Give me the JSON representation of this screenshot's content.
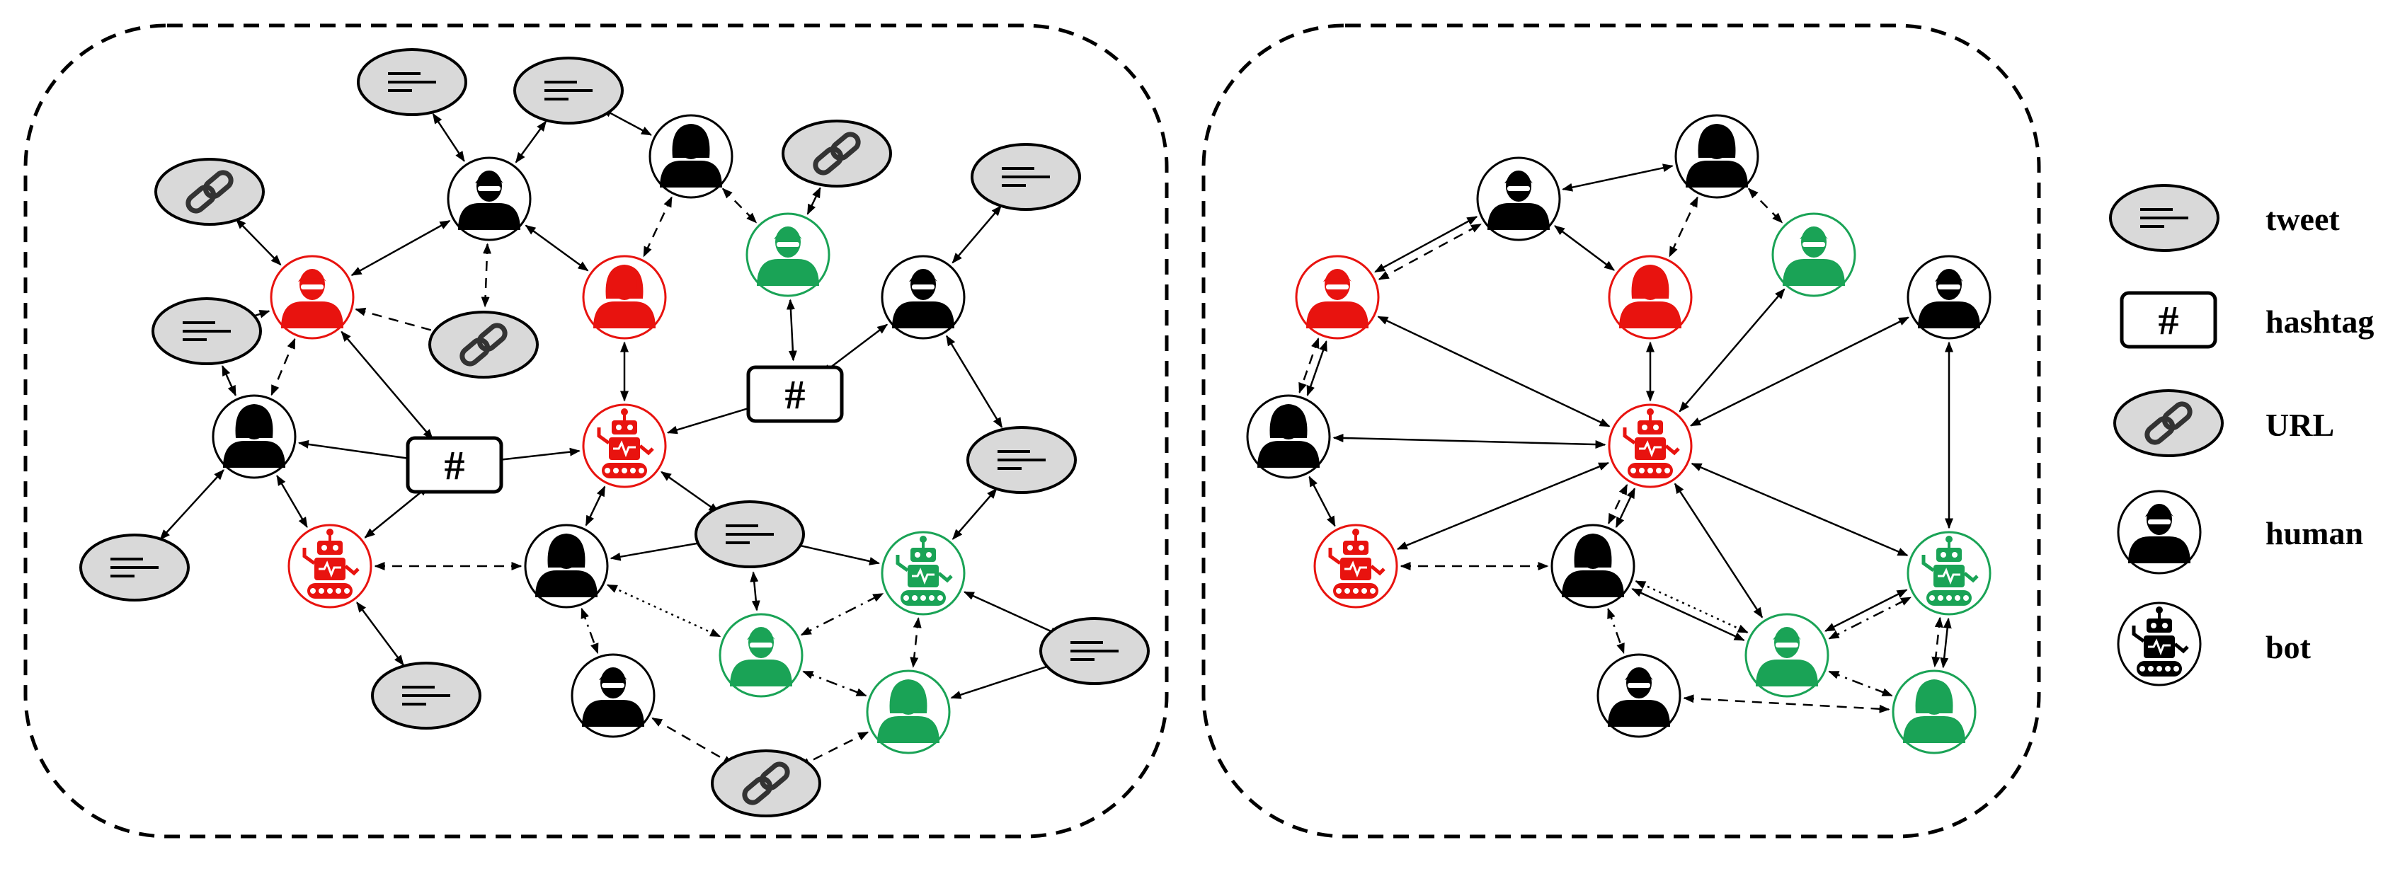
{
  "colors": {
    "bot_color": "#e8130f",
    "green_color": "#1aa356",
    "human_color": "#000000",
    "tweet_fill": "#d9d9d9",
    "border": "#000000"
  },
  "legend": {
    "tweet_label": "tweet",
    "hashtag_label": "hashtag",
    "url_label": "URL",
    "human_label": "human",
    "bot_label": "bot",
    "hashtag_symbol": "#"
  },
  "icons": {
    "tweet": "lines-icon",
    "url": "chain-link-icon",
    "hashtag": "hash-icon",
    "human_male": "person-male-icon",
    "human_female": "person-female-icon",
    "bot": "robot-icon"
  }
}
